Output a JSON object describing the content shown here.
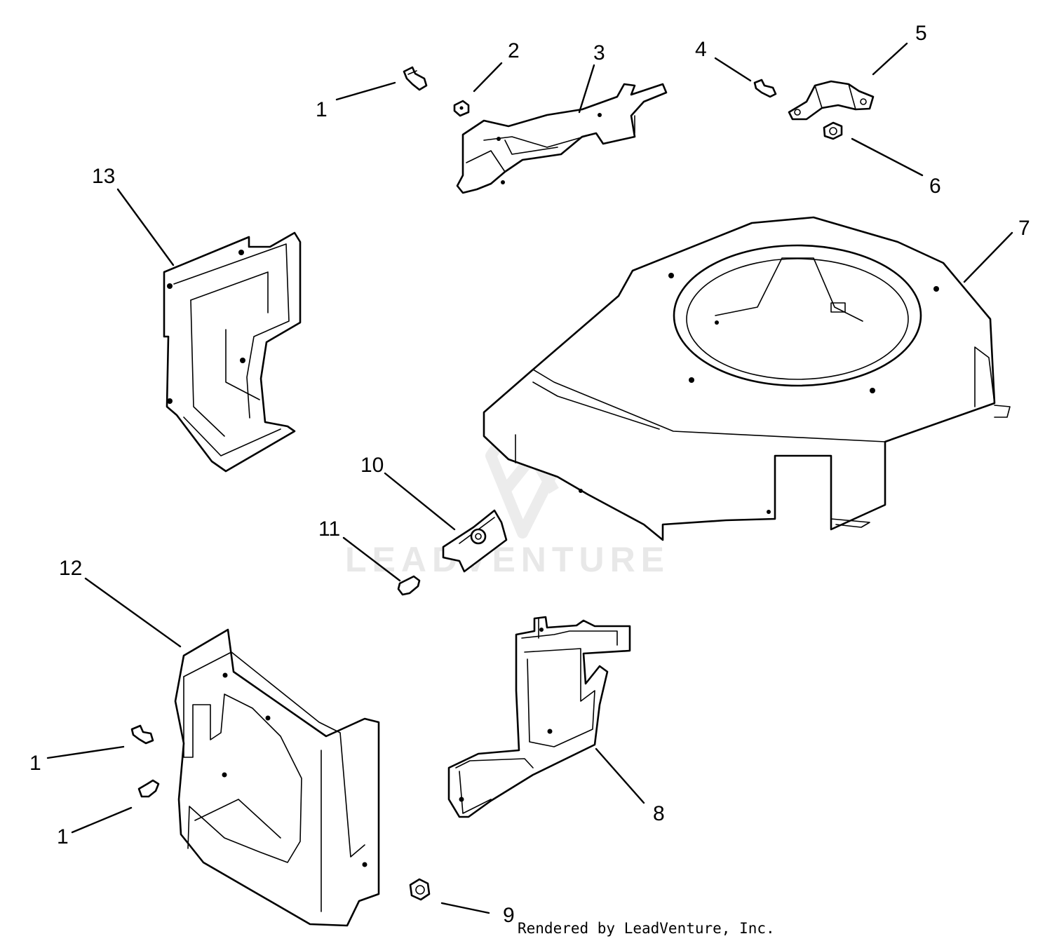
{
  "diagram": {
    "callouts": [
      {
        "id": "c1a",
        "label": "1",
        "part": "screw"
      },
      {
        "id": "c2",
        "label": "2",
        "part": "nut"
      },
      {
        "id": "c3",
        "label": "3",
        "part": "bracket"
      },
      {
        "id": "c4",
        "label": "4",
        "part": "screw"
      },
      {
        "id": "c5",
        "label": "5",
        "part": "clamp"
      },
      {
        "id": "c6",
        "label": "6",
        "part": "nut"
      },
      {
        "id": "c7",
        "label": "7",
        "part": "blower-housing"
      },
      {
        "id": "c8",
        "label": "8",
        "part": "baffle"
      },
      {
        "id": "c9",
        "label": "9",
        "part": "nut"
      },
      {
        "id": "c10",
        "label": "10",
        "part": "clip-nut"
      },
      {
        "id": "c11",
        "label": "11",
        "part": "screw"
      },
      {
        "id": "c12",
        "label": "12",
        "part": "baffle"
      },
      {
        "id": "c13",
        "label": "13",
        "part": "baffle"
      },
      {
        "id": "c1b",
        "label": "1",
        "part": "screw"
      },
      {
        "id": "c1c",
        "label": "1",
        "part": "screw"
      }
    ],
    "watermark": "LEADVENTURE",
    "credit": "Rendered by LeadVenture, Inc."
  }
}
